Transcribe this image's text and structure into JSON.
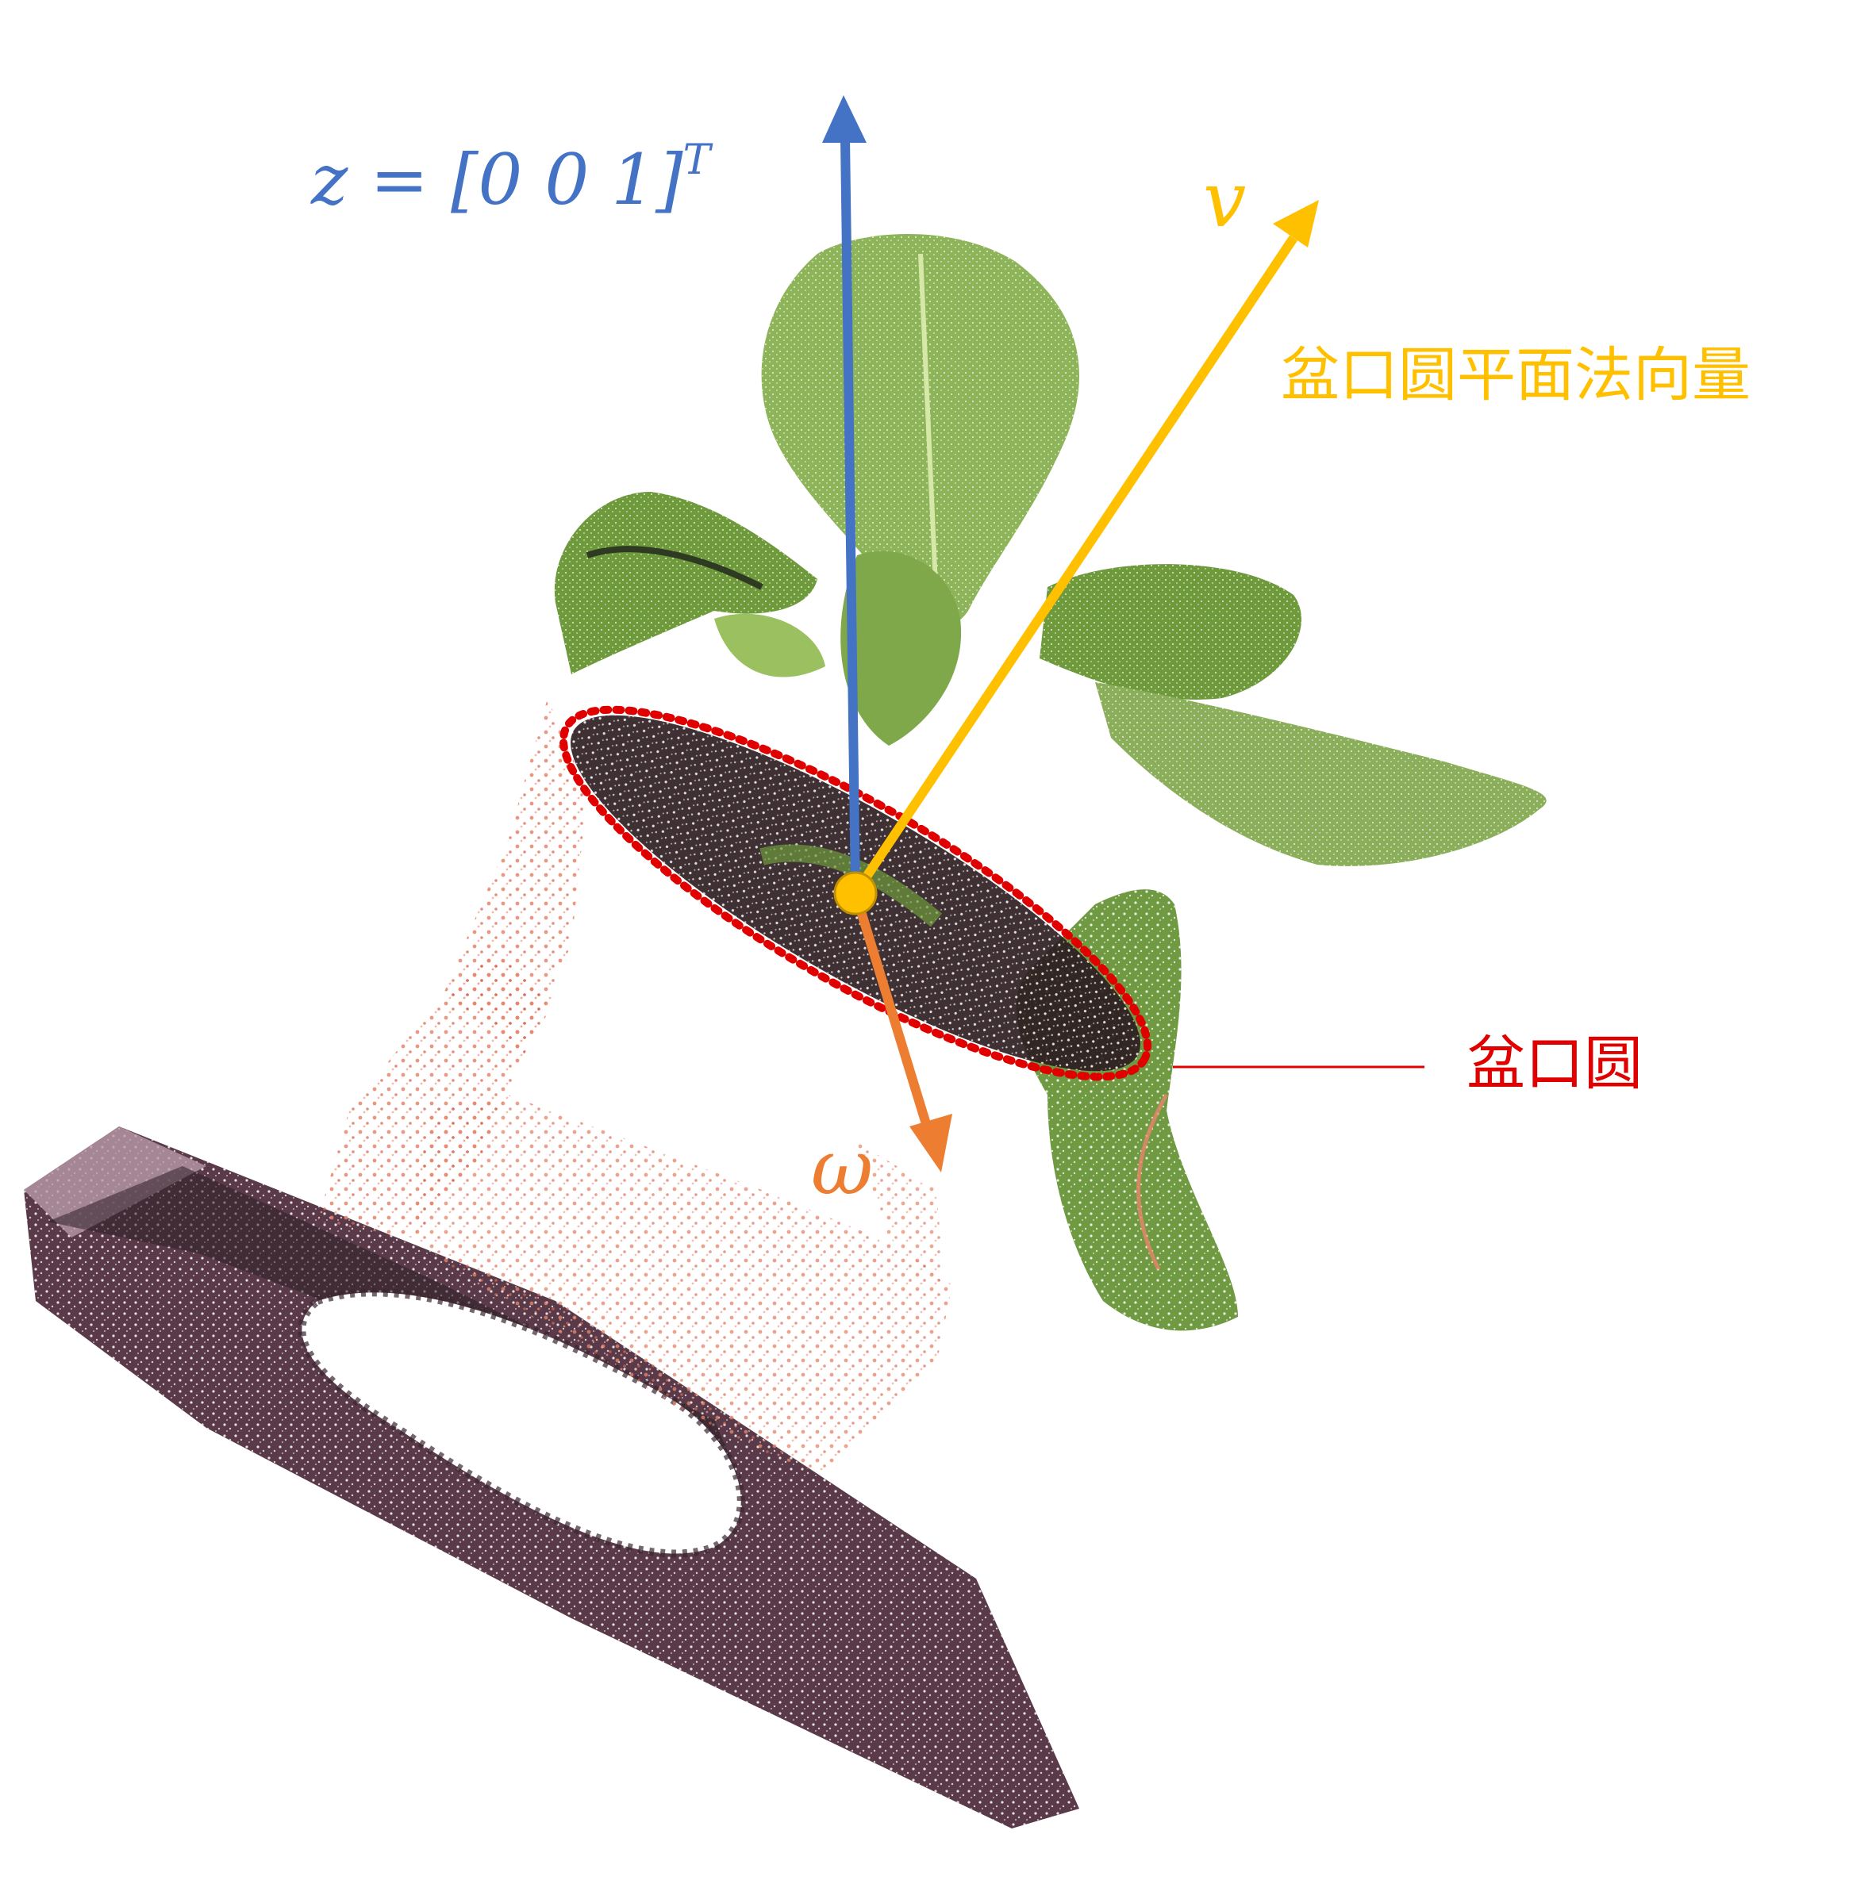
{
  "colors": {
    "z_axis": "#4472C4",
    "v_axis": "#FFC000",
    "omega_axis": "#ED7D31",
    "rim_circle": "#E00000",
    "leaf_green": "#7FA84A",
    "leaf_dark": "#4E7A2A",
    "pot_salmon": "#E9856B",
    "base_dark": "#5A3A48"
  },
  "labels": {
    "z_vector": "z = [0   0   1]",
    "z_vector_sup": "T",
    "v_vector": "v",
    "normal_caption": "盆口圆平面法向量",
    "omega_vector": "ω",
    "rim_caption": "盆口圆"
  }
}
